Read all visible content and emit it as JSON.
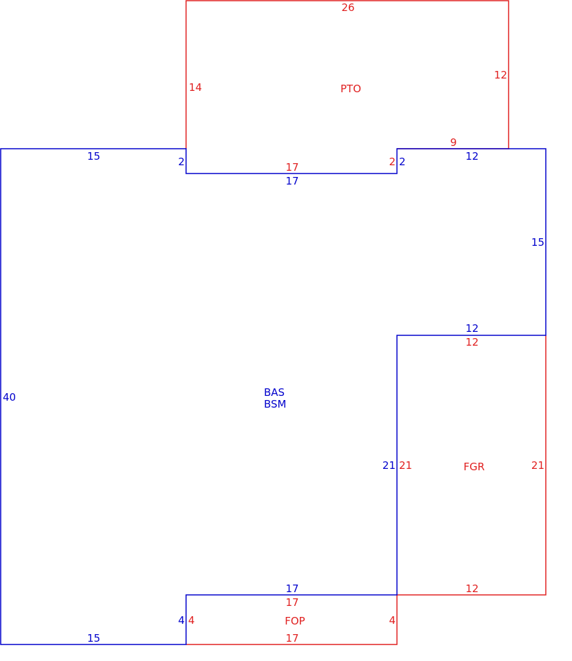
{
  "colors": {
    "blue": "#0000cc",
    "red": "#e02020"
  },
  "areas": {
    "pto": {
      "name": "PTO",
      "dims": {
        "top": "26",
        "left": "14",
        "right": "12",
        "bottom_left": "17",
        "step": "2",
        "bottom_right": "9"
      }
    },
    "bas": {
      "names": [
        "BAS",
        "BSM"
      ],
      "dims": {
        "top_left": "15",
        "left_notch": "2",
        "notch_bottom": "17",
        "right_notch": "2",
        "top_right": "12",
        "right_upper": "15",
        "inner_top": "12",
        "inner_vertical": "21",
        "fop_top": "17",
        "fop_left": "4",
        "bottom": "15",
        "left": "40"
      }
    },
    "fgr": {
      "name": "FGR",
      "dims": {
        "top": "12",
        "left": "21",
        "right": "21",
        "bottom": "12"
      }
    },
    "fop": {
      "name": "FOP",
      "dims": {
        "top": "17",
        "left": "4",
        "right": "4",
        "bottom": "17"
      }
    }
  }
}
